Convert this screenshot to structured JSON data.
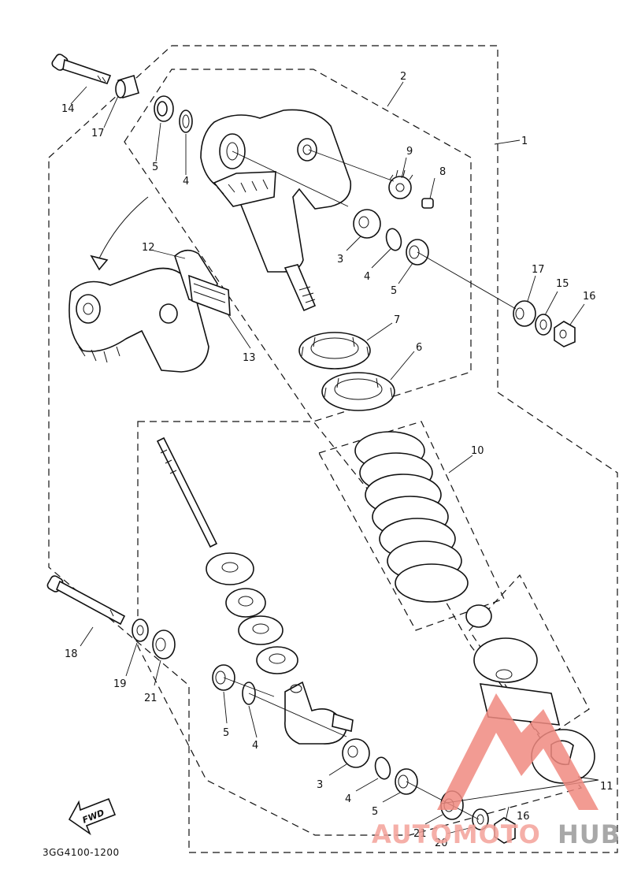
{
  "diagram": {
    "callouts": {
      "c1": "1",
      "c2": "2",
      "c3a": "3",
      "c3b": "3",
      "c4a": "4",
      "c4b": "4",
      "c4c": "4",
      "c4d": "4",
      "c5a": "5",
      "c5b": "5",
      "c5c": "5",
      "c5d": "5",
      "c6": "6",
      "c7": "7",
      "c8": "8",
      "c9": "9",
      "c10": "10",
      "c11": "11",
      "c12": "12",
      "c13": "13",
      "c14": "14",
      "c15": "15",
      "c16a": "16",
      "c16b": "16",
      "c17a": "17",
      "c17b": "17",
      "c18": "18",
      "c19": "19",
      "c20": "20",
      "c21a": "21",
      "c21b": "21"
    },
    "fwd_label": "FWD",
    "drawing_code": "3GG4100-1200"
  },
  "watermark": {
    "text_left": "AUTOMOTO",
    "text_right": "HUB",
    "color_left": "#f4a29a",
    "color_right": "#9a9a9a",
    "color_logo": "#f08a80"
  }
}
